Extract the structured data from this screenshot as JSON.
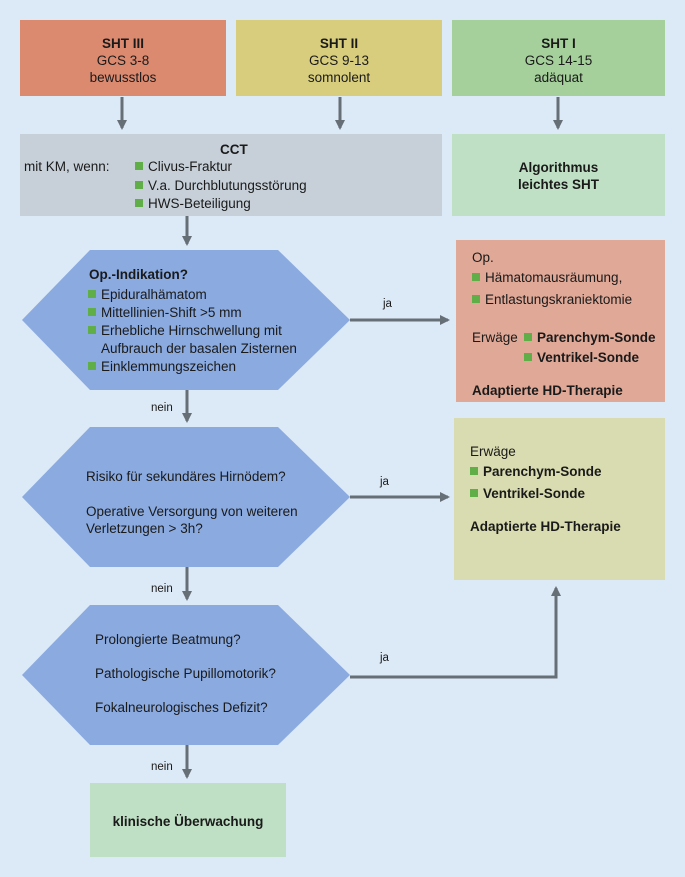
{
  "sht3": {
    "title": "SHT III",
    "gcs": "GCS 3-8",
    "state": "bewusstlos"
  },
  "sht2": {
    "title": "SHT II",
    "gcs": "GCS 9-13",
    "state": "somnolent"
  },
  "sht1": {
    "title": "SHT I",
    "gcs": "GCS 14-15",
    "state": "adäquat"
  },
  "cct": {
    "title": "CCT",
    "prefix": "mit KM, wenn:",
    "items": [
      "Clivus-Fraktur",
      "V.a. Durchblutungsstörung",
      "HWS-Beteiligung"
    ]
  },
  "algorithm": {
    "line1": "Algorithmus",
    "line2": "leichtes SHT"
  },
  "hex1": {
    "title": "Op.-Indikation?",
    "items": [
      "Epiduralhämatom",
      "Mittellinien-Shift >5 mm",
      "Erhebliche Hirnschwellung mit",
      "Einklemmungszeichen"
    ],
    "continuation": "Aufbrauch der basalen Zisternen"
  },
  "op": {
    "title": "Op.",
    "items": [
      "Hämatomausräumung,",
      "Entlastungskraniektomie"
    ],
    "erwaege": "Erwäge",
    "sonde1": "Parenchym-Sonde",
    "sonde2": "Ventrikel-Sonde",
    "therapy": "Adaptierte HD-Therapie"
  },
  "hex2": {
    "q1": "Risiko für sekundäres Hirnödem?",
    "q2a": "Operative Versorgung von weiteren",
    "q2b": "Verletzungen > 3h?"
  },
  "erwaege_box": {
    "title": "Erwäge",
    "sonde1": "Parenchym-Sonde",
    "sonde2": "Ventrikel-Sonde",
    "therapy": "Adaptierte HD-Therapie"
  },
  "hex3": {
    "q1": "Prolongierte Beatmung?",
    "q2": "Pathologische Pupillomotorik?",
    "q3": "Fokalneurologisches Defizit?"
  },
  "monitoring": "klinische Überwachung",
  "labels": {
    "ja1": "ja",
    "ja2": "ja",
    "ja3": "ja",
    "nein1": "nein",
    "nein2": "nein",
    "nein3": "nein"
  },
  "colors": {
    "sht3": "#db8a70",
    "sht2": "#d8cd7c",
    "sht1": "#a5d09b",
    "gray": "#c7d0d9",
    "lightgreen": "#bfe0c4",
    "hex": "#8aaae0",
    "op": "#dfa897",
    "erwaege": "#d9dcb0",
    "arrow": "#666e76",
    "bullet": "#5fae48"
  }
}
